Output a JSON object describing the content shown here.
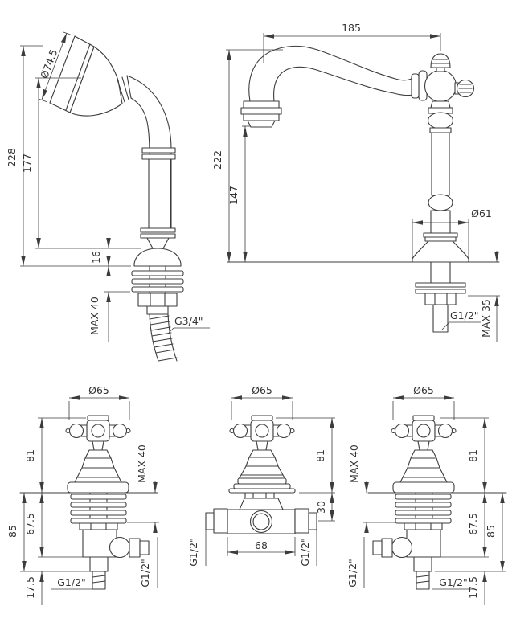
{
  "drawing": {
    "hand_shower": {
      "height_total": "228",
      "height_to_spray_face": "177",
      "spray_face_diameter": "Ø74.5",
      "base_height": "16",
      "max_deck_thickness": "MAX 40",
      "hose_thread": "G3/4\""
    },
    "spout": {
      "reach": "185",
      "height_total": "222",
      "height_to_outlet": "147",
      "base_diameter": "Ø61",
      "max_deck_thickness": "MAX 35",
      "shank_thread": "G1/2\""
    },
    "valve_left": {
      "handle_diameter": "Ø65",
      "handle_height": "81",
      "max_wall_thickness": "MAX 40",
      "depth_to_body": "67.5",
      "depth_total": "85",
      "outlet_length": "17.5",
      "side_port_thread": "G1/2\"",
      "bottom_port_thread": "G1/2\""
    },
    "valve_center": {
      "handle_diameter": "Ø65",
      "handle_height": "81",
      "body_depth": "30",
      "body_width": "68",
      "left_port_thread": "G1/2\"",
      "right_port_thread": "G1/2\""
    },
    "valve_right": {
      "handle_diameter": "Ø65",
      "handle_height": "81",
      "max_wall_thickness": "MAX 40",
      "depth_to_body": "67.5",
      "depth_total": "85",
      "outlet_length": "17.5",
      "side_port_thread": "G1/2\"",
      "bottom_port_thread": "G1/2\""
    }
  },
  "colors": {
    "line": "#3c3c3c",
    "background": "#ffffff"
  }
}
